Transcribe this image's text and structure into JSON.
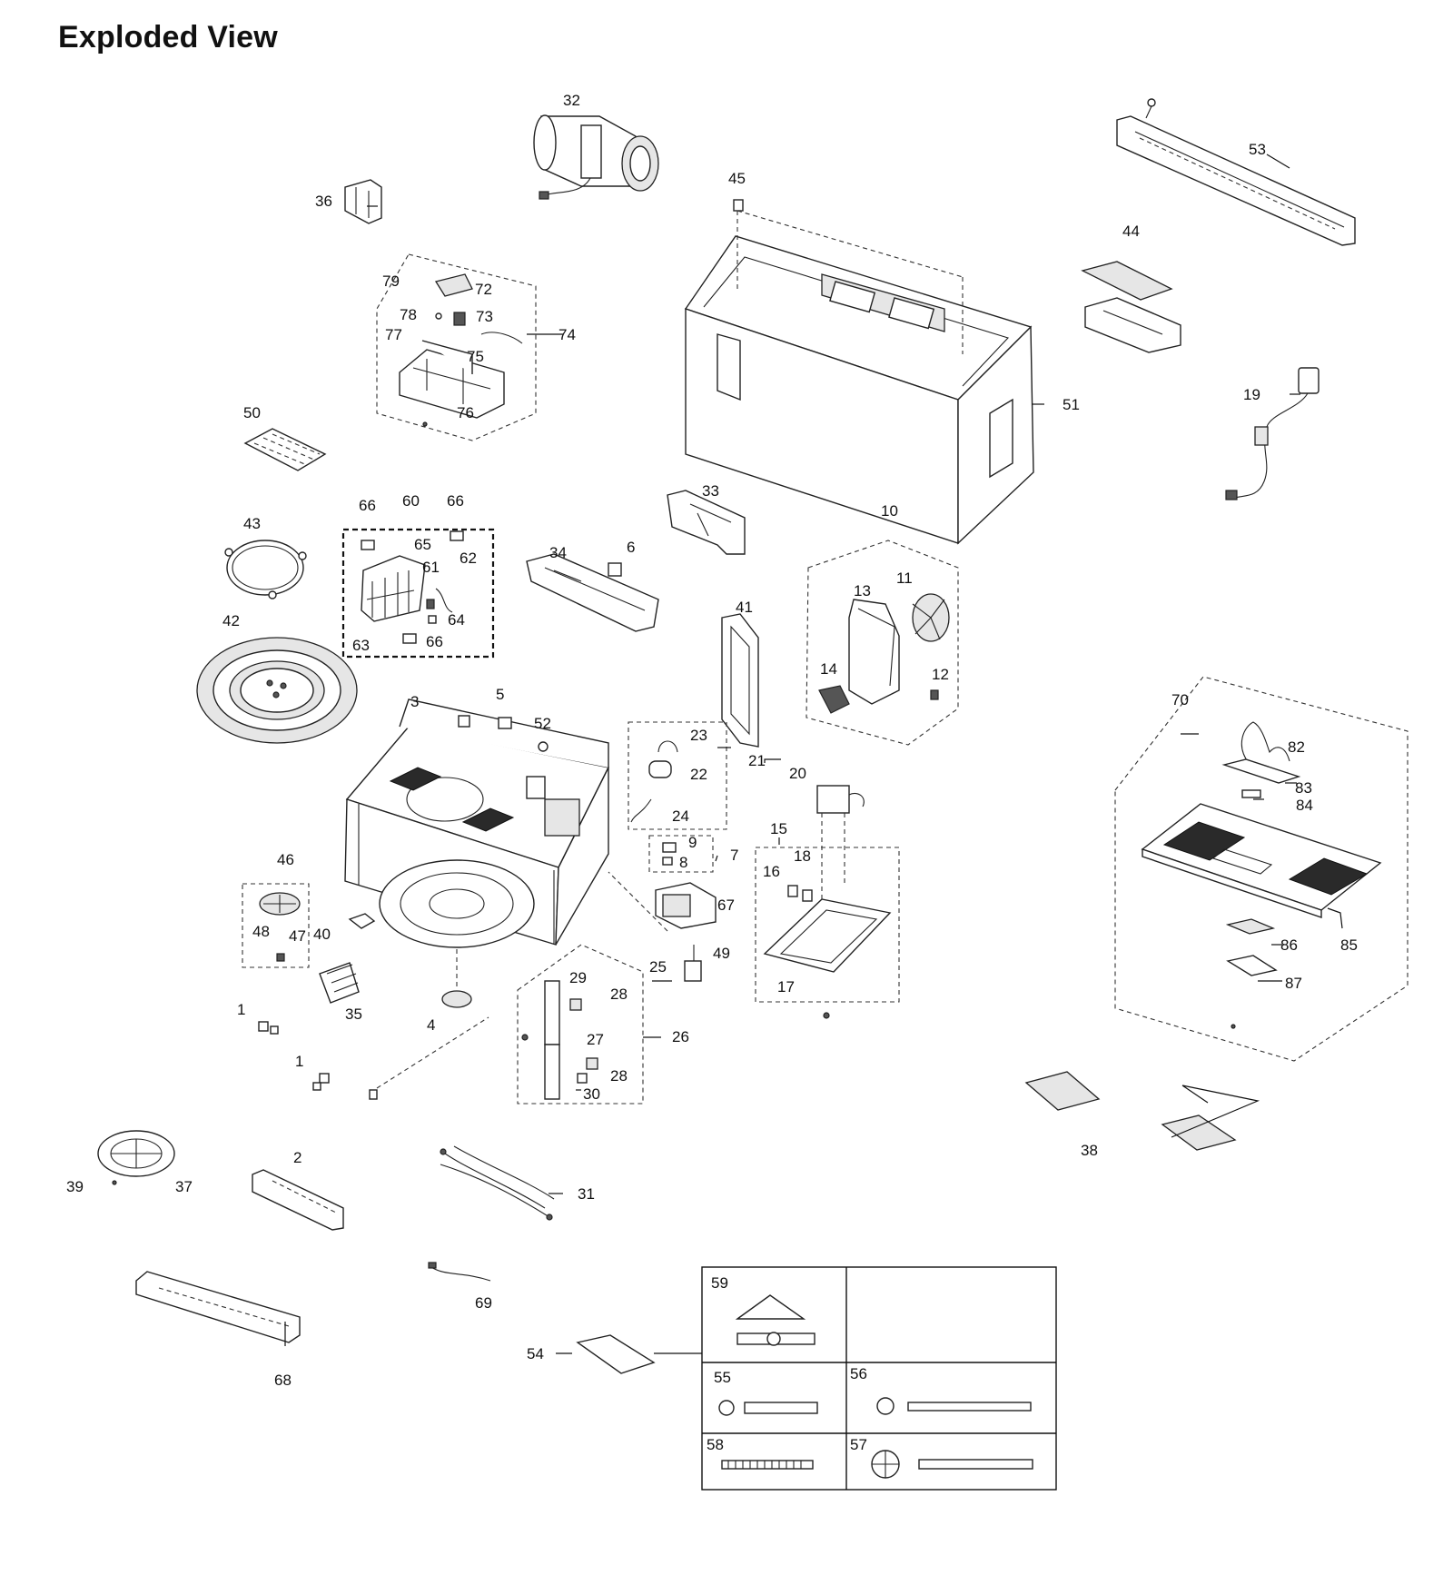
{
  "title": "Exploded View",
  "part_labels": [
    "1",
    "2",
    "3",
    "4",
    "5",
    "6",
    "7",
    "8",
    "9",
    "10",
    "11",
    "12",
    "13",
    "14",
    "15",
    "16",
    "17",
    "18",
    "19",
    "20",
    "21",
    "22",
    "23",
    "24",
    "25",
    "26",
    "27",
    "28",
    "29",
    "30",
    "31",
    "32",
    "33",
    "34",
    "35",
    "36",
    "37",
    "38",
    "39",
    "40",
    "41",
    "42",
    "43",
    "44",
    "45",
    "46",
    "47",
    "48",
    "49",
    "50",
    "51",
    "52",
    "53",
    "54",
    "55",
    "56",
    "57",
    "58",
    "59",
    "60",
    "61",
    "62",
    "63",
    "64",
    "65",
    "66",
    "67",
    "68",
    "69",
    "70",
    "72",
    "73",
    "74",
    "75",
    "76",
    "77",
    "78",
    "79",
    "82",
    "83",
    "84",
    "85",
    "86",
    "87"
  ]
}
